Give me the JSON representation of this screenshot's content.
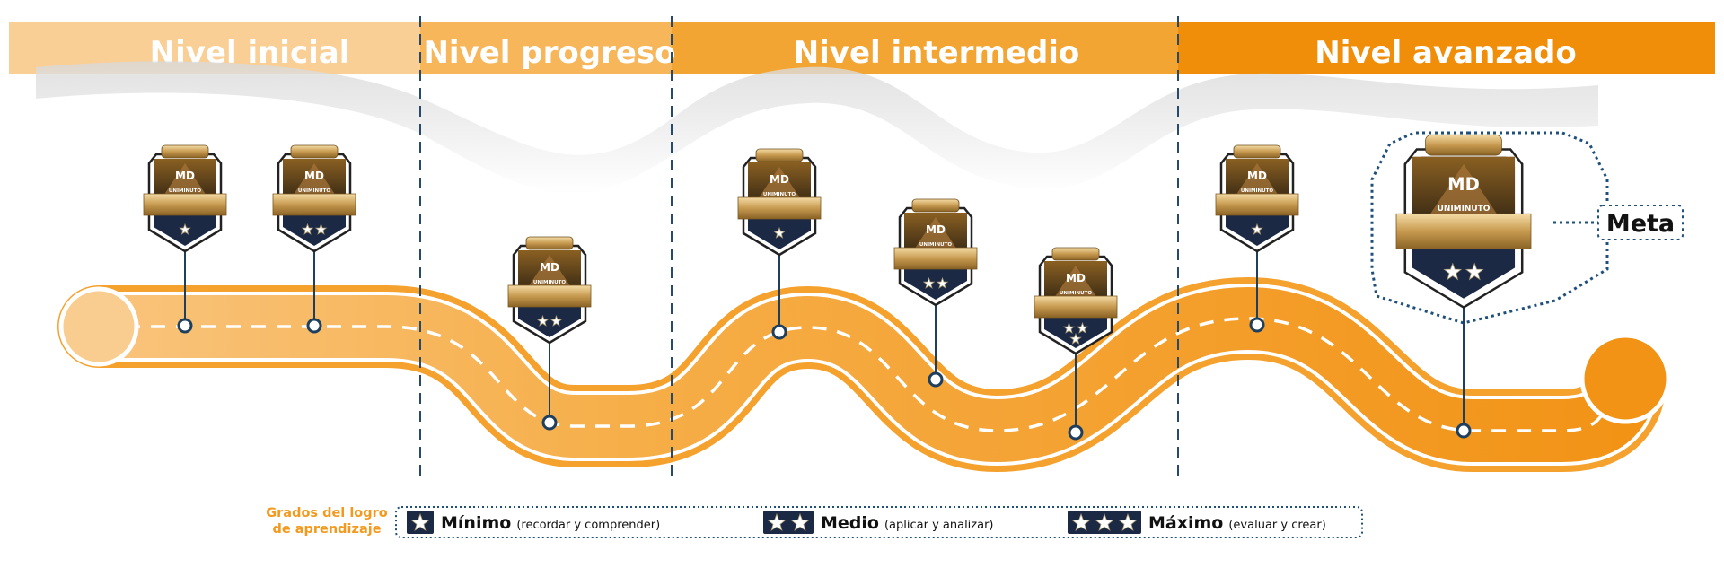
{
  "levels": [
    {
      "label": "Nivel inicial",
      "color": "#f9cf96"
    },
    {
      "label": "Nivel progreso",
      "color": "#f6b659"
    },
    {
      "label": "Nivel intermedio",
      "color": "#f3a533"
    },
    {
      "label": "Nivel avanzado",
      "color": "#f08e0a"
    }
  ],
  "badge": {
    "logo": "MD",
    "brand": "UNIMINUTO"
  },
  "badges": [
    {
      "stars": 1
    },
    {
      "stars": 2
    },
    {
      "stars": 2
    },
    {
      "stars": 1
    },
    {
      "stars": 2
    },
    {
      "stars": 3
    },
    {
      "stars": 1
    },
    {
      "stars": 2,
      "goal": true
    }
  ],
  "goal_label": "Meta",
  "legend": {
    "title_line1": "Grados del logro",
    "title_line2": "de aprendizaje",
    "items": [
      {
        "stars": 1,
        "name": "Mínimo",
        "desc": "(recordar y comprender)"
      },
      {
        "stars": 2,
        "name": "Medio",
        "desc": "(aplicar y analizar)"
      },
      {
        "stars": 3,
        "name": "Máximo",
        "desc": "(evaluar y crear)"
      }
    ]
  },
  "colors": {
    "road": "#f5a12d",
    "road_light": "#f7b551",
    "navy": "#1c2945",
    "connector": "#1f3f5f",
    "gold": "#c9a25a"
  }
}
